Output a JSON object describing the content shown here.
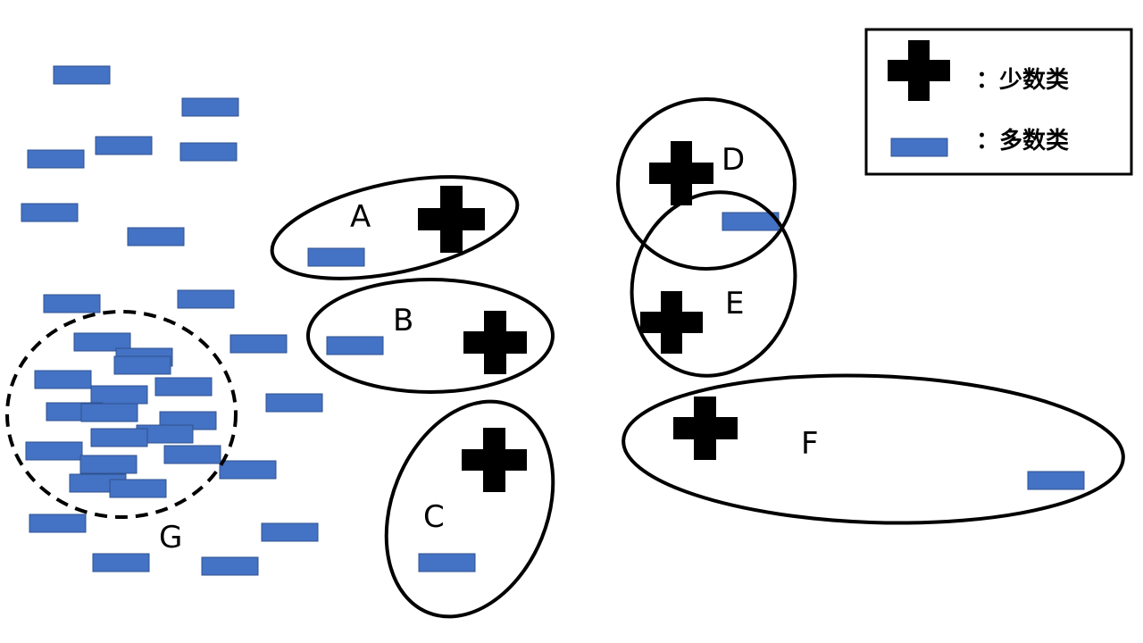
{
  "colors": {
    "majority": "#4472C4",
    "majority_border": "#2F528F",
    "minority": "#000000",
    "outline": "#000000",
    "background": "#FFFFFF"
  },
  "legend": {
    "minority_label": "：少数类",
    "majority_label": "：多数类"
  },
  "group_labels": {
    "A": "A",
    "B": "B",
    "C": "C",
    "D": "D",
    "E": "E",
    "F": "F",
    "G": "G"
  }
}
